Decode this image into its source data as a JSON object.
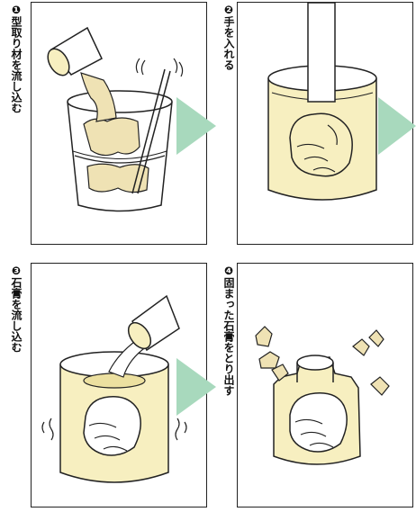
{
  "steps": [
    {
      "num": "❶",
      "text": "型取り材を流し込む"
    },
    {
      "num": "❷",
      "text": "手を入れる"
    },
    {
      "num": "❸",
      "text": "石膏を流し込む"
    },
    {
      "num": "❹",
      "text": "固まった石膏をとり出す"
    }
  ],
  "colors": {
    "arrow": "#a8d9bd",
    "liquid": "#f7efc0",
    "liquid_dark": "#ece0a0",
    "mold": "#efe2b4",
    "outline": "#222222"
  },
  "icons": [
    "cup-pour-icon",
    "stir-stick-icon",
    "hand-in-liquid-icon",
    "plaster-hand-icon",
    "plaster-fragment-icon",
    "vibration-marks-icon"
  ]
}
